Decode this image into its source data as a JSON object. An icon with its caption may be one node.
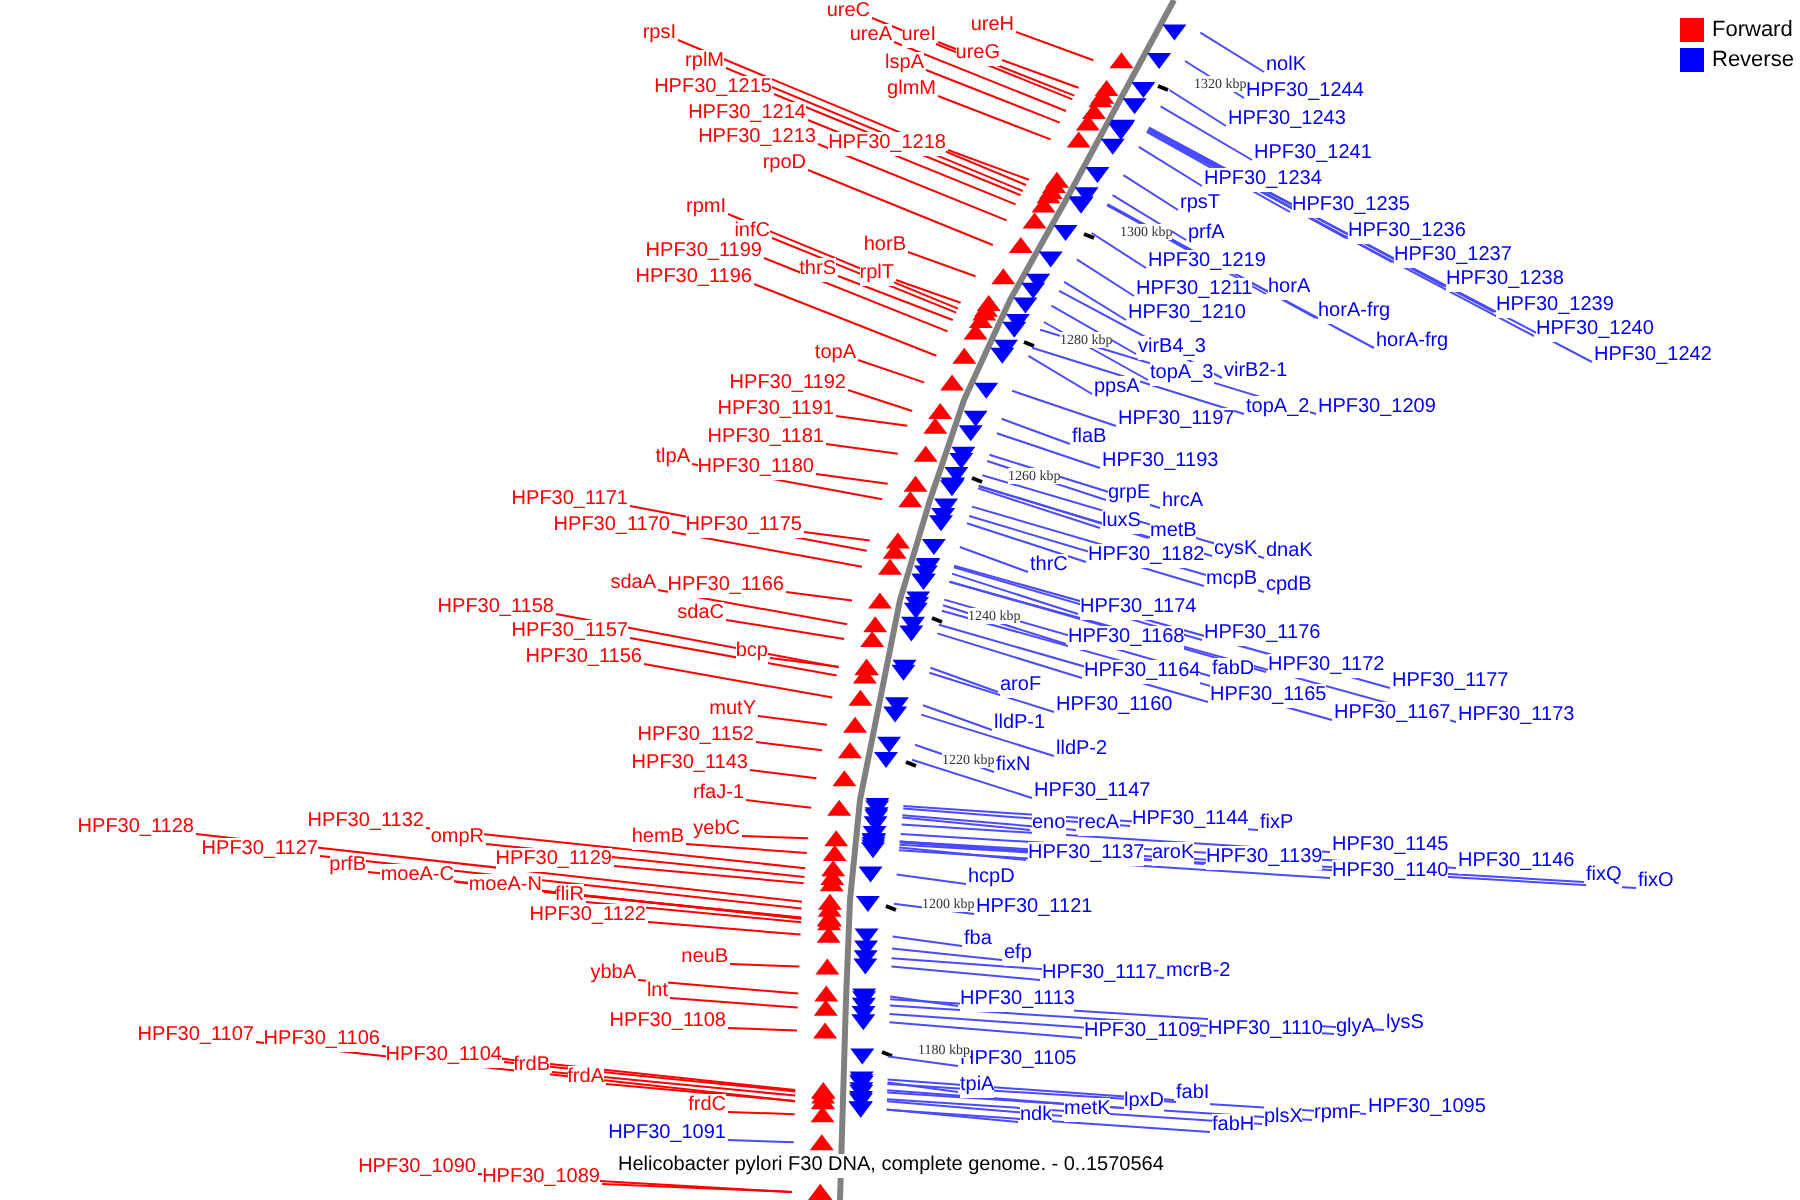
{
  "diagram": {
    "caption": "Helicobacter pylori F30 DNA, complete genome. - 0..1570564",
    "nodes": [
      {
        "text": [
          "ureC"
        ]
      },
      {
        "text": [
          "ureA"
        ]
      },
      {
        "text": [
          "ureI"
        ]
      },
      {
        "text": [
          "ureH"
        ]
      },
      {
        "text": [
          "ureG"
        ]
      },
      {
        "text": [
          "lspA"
        ]
      },
      {
        "text": [
          "glmM"
        ]
      },
      {
        "text": [
          "rpsI"
        ]
      },
      {
        "text": [
          "rplM"
        ]
      },
      {
        "text": [
          "HPF30_1215"
        ]
      },
      {
        "text": [
          "HPF30_1214"
        ]
      },
      {
        "text": [
          "HPF30_1213"
        ]
      },
      {
        "text": [
          "HPF30_1218"
        ]
      },
      {
        "text": [
          "rpoD"
        ]
      },
      {
        "text": [
          "rpmI"
        ]
      },
      {
        "text": [
          "infC"
        ]
      },
      {
        "text": [
          "horB"
        ]
      },
      {
        "text": [
          "HPF30_1199"
        ]
      },
      {
        "text": [
          "thrS"
        ]
      },
      {
        "text": [
          "rplT"
        ]
      },
      {
        "text": [
          "HPF30_1196"
        ]
      },
      {
        "text": [
          "topA"
        ]
      },
      {
        "text": [
          "HPF30_1192"
        ]
      },
      {
        "text": [
          "HPF30_1191"
        ]
      },
      {
        "text": [
          "HPF30_1181"
        ]
      },
      {
        "text": [
          "tlpA"
        ]
      },
      {
        "text": [
          "HPF30_1180"
        ]
      },
      {
        "text": [
          "HPF30_1171"
        ]
      },
      {
        "text": [
          "HPF30_1170"
        ]
      },
      {
        "text": [
          "HPF30_1175"
        ]
      },
      {
        "text": [
          "sdaA"
        ]
      },
      {
        "text": [
          "HPF30_1166"
        ]
      },
      {
        "text": [
          "HPF30_1158"
        ]
      },
      {
        "text": [
          "sdaC"
        ]
      },
      {
        "text": [
          "HPF30_1157"
        ]
      },
      {
        "text": [
          "bcp"
        ]
      },
      {
        "text": [
          "HPF30_1156"
        ]
      },
      {
        "text": [
          "mutY"
        ]
      },
      {
        "text": [
          "HPF30_1152"
        ]
      },
      {
        "text": [
          "HPF30_1143"
        ]
      },
      {
        "text": [
          "rfaJ-1"
        ]
      },
      {
        "text": [
          "HPF30_1128"
        ]
      },
      {
        "text": [
          "HPF30_1132"
        ]
      },
      {
        "text": [
          "ompR"
        ]
      },
      {
        "text": [
          "hemB"
        ]
      },
      {
        "text": [
          "yebC"
        ]
      },
      {
        "text": [
          "HPF30_1127"
        ]
      },
      {
        "text": [
          "prfB"
        ]
      },
      {
        "text": [
          "HPF30_1129"
        ]
      },
      {
        "text": [
          "moeA-C"
        ]
      },
      {
        "text": [
          "moeA-N"
        ]
      },
      {
        "text": [
          "fliR"
        ]
      },
      {
        "text": [
          "HPF30_1122"
        ]
      },
      {
        "text": [
          "neuB"
        ]
      },
      {
        "text": [
          "ybbA"
        ]
      },
      {
        "text": [
          "lnt"
        ]
      },
      {
        "text": [
          "HPF30_1108"
        ]
      },
      {
        "text": [
          "HPF30_1107"
        ]
      },
      {
        "text": [
          "HPF30_1106"
        ]
      },
      {
        "text": [
          "HPF30_1104"
        ]
      },
      {
        "text": [
          "frdB"
        ]
      },
      {
        "text": [
          "frdA"
        ]
      },
      {
        "text": [
          "frdC"
        ]
      },
      {
        "text": [
          "HPF30_1091"
        ]
      },
      {
        "text": [
          "HPF30_1090"
        ]
      },
      {
        "text": [
          "HPF30_1089"
        ]
      },
      {
        "text": [
          "nolK"
        ]
      },
      {
        "text": [
          "HPF30_1244"
        ]
      },
      {
        "text": [
          "HPF30_1243"
        ]
      },
      {
        "text": [
          "HPF30_1241"
        ]
      },
      {
        "text": [
          "HPF30_1234"
        ]
      },
      {
        "text": [
          "rpsT"
        ]
      },
      {
        "text": [
          "HPF30_1235"
        ]
      },
      {
        "text": [
          "HPF30_1236"
        ]
      },
      {
        "text": [
          "prfA"
        ]
      },
      {
        "text": [
          "HPF30_1237"
        ]
      },
      {
        "text": [
          "HPF30_1219"
        ]
      },
      {
        "text": [
          "HPF30_1238"
        ]
      },
      {
        "text": [
          "HPF30_1211"
        ]
      },
      {
        "text": [
          "horA"
        ]
      },
      {
        "text": [
          "HPF30_1239"
        ]
      },
      {
        "text": [
          "HPF30_1210"
        ]
      },
      {
        "text": [
          "horA-frg"
        ]
      },
      {
        "text": [
          "HPF30_1240"
        ]
      },
      {
        "text": [
          "horA-frg"
        ]
      },
      {
        "text": [
          "virB4_3"
        ]
      },
      {
        "text": [
          "HPF30_1242"
        ]
      },
      {
        "text": [
          "virB2-1"
        ]
      },
      {
        "text": [
          "topA_3"
        ]
      },
      {
        "text": [
          "ppsA"
        ]
      },
      {
        "text": [
          "topA_2"
        ]
      },
      {
        "text": [
          "HPF30_1209"
        ]
      },
      {
        "text": [
          "HPF30_1197"
        ]
      },
      {
        "text": [
          "flaB"
        ]
      },
      {
        "text": [
          "HPF30_1193"
        ]
      },
      {
        "text": [
          "grpE"
        ]
      },
      {
        "text": [
          "hrcA"
        ]
      },
      {
        "text": [
          "luxS"
        ]
      },
      {
        "text": [
          "metB"
        ]
      },
      {
        "text": [
          "cysK"
        ]
      },
      {
        "text": [
          "dnaK"
        ]
      },
      {
        "text": [
          "HPF30_1182"
        ]
      },
      {
        "text": [
          "thrC"
        ]
      },
      {
        "text": [
          "mcpB"
        ]
      },
      {
        "text": [
          "cpdB"
        ]
      },
      {
        "text": [
          "HPF30_1174"
        ]
      },
      {
        "text": [
          "HPF30_1176"
        ]
      },
      {
        "text": [
          "HPF30_1168"
        ]
      },
      {
        "text": [
          "fabD"
        ]
      },
      {
        "text": [
          "HPF30_1164"
        ]
      },
      {
        "text": [
          "HPF30_1172"
        ]
      },
      {
        "text": [
          "HPF30_1177"
        ]
      },
      {
        "text": [
          "aroF"
        ]
      },
      {
        "text": [
          "HPF30_1165"
        ]
      },
      {
        "text": [
          "HPF30_1160"
        ]
      },
      {
        "text": [
          "HPF30_1167"
        ]
      },
      {
        "text": [
          "HPF30_1173"
        ]
      },
      {
        "text": [
          "lldP-1"
        ]
      },
      {
        "text": [
          "lldP-2"
        ]
      },
      {
        "text": [
          "fixN"
        ]
      },
      {
        "text": [
          "HPF30_1147"
        ]
      },
      {
        "text": [
          "HPF30_1144"
        ]
      },
      {
        "text": [
          "eno"
        ]
      },
      {
        "text": [
          "recA"
        ]
      },
      {
        "text": [
          "fixP"
        ]
      },
      {
        "text": [
          "HPF30_1145"
        ]
      },
      {
        "text": [
          "HPF30_1137"
        ]
      },
      {
        "text": [
          "aroK"
        ]
      },
      {
        "text": [
          "HPF30_1139"
        ]
      },
      {
        "text": [
          "HPF30_1146"
        ]
      },
      {
        "text": [
          "HPF30_1140"
        ]
      },
      {
        "text": [
          "fixQ"
        ]
      },
      {
        "text": [
          "hcpD"
        ]
      },
      {
        "text": [
          "fixO"
        ]
      },
      {
        "text": [
          "HPF30_1121"
        ]
      },
      {
        "text": [
          "fba"
        ]
      },
      {
        "text": [
          "efp"
        ]
      },
      {
        "text": [
          "mcrB-2"
        ]
      },
      {
        "text": [
          "HPF30_1117"
        ]
      },
      {
        "text": [
          "HPF30_1113"
        ]
      },
      {
        "text": [
          "lysS"
        ]
      },
      {
        "text": [
          "glyA"
        ]
      },
      {
        "text": [
          "HPF30_1110"
        ]
      },
      {
        "text": [
          "HPF30_1109"
        ]
      },
      {
        "text": [
          "HPF30_1105"
        ]
      },
      {
        "text": [
          "tpiA"
        ]
      },
      {
        "text": [
          "fabI"
        ]
      },
      {
        "text": [
          "lpxD"
        ]
      },
      {
        "text": [
          "HPF30_1095"
        ]
      },
      {
        "text": [
          "metK"
        ]
      },
      {
        "text": [
          "rpmF"
        ]
      },
      {
        "text": [
          "ndk"
        ]
      },
      {
        "text": [
          "plsX"
        ]
      },
      {
        "text": [
          "fabH"
        ]
      }
    ],
    "edges": [
      {
        "from": 0,
        "to": null,
        "arrow": "none",
        "color": "#ff0000"
      },
      {
        "from": 1,
        "to": null,
        "arrow": "none",
        "color": "#ff0000"
      },
      {
        "from": 2,
        "to": null,
        "arrow": "none",
        "color": "#ff0000"
      },
      {
        "from": 3,
        "to": null,
        "arrow": "none",
        "color": "#ff0000"
      },
      {
        "from": 4,
        "to": null,
        "arrow": "none",
        "color": "#ff0000"
      },
      {
        "from": 5,
        "to": null,
        "arrow": "none",
        "color": "#ff0000"
      },
      {
        "from": 6,
        "to": null,
        "arrow": "none",
        "color": "#ff0000"
      },
      {
        "from": 7,
        "to": null,
        "arrow": "none",
        "color": "#ff0000"
      },
      {
        "from": 8,
        "to": null,
        "arrow": "none",
        "color": "#ff0000"
      },
      {
        "from": 9,
        "to": null,
        "arrow": "none",
        "color": "#ff0000"
      },
      {
        "from": 10,
        "to": null,
        "arrow": "none",
        "color": "#ff0000"
      },
      {
        "from": 11,
        "to": null,
        "arrow": "none",
        "color": "#ff0000"
      },
      {
        "from": 12,
        "to": null,
        "arrow": "none",
        "color": "#ff0000"
      },
      {
        "from": 13,
        "to": null,
        "arrow": "none",
        "color": "#ff0000"
      },
      {
        "from": 14,
        "to": null,
        "arrow": "none",
        "color": "#ff0000"
      },
      {
        "from": 15,
        "to": null,
        "arrow": "none",
        "color": "#ff0000"
      },
      {
        "from": 16,
        "to": null,
        "arrow": "none",
        "color": "#ff0000"
      },
      {
        "from": 17,
        "to": null,
        "arrow": "none",
        "color": "#ff0000"
      },
      {
        "from": 18,
        "to": null,
        "arrow": "none",
        "color": "#ff0000"
      },
      {
        "from": 19,
        "to": null,
        "arrow": "none",
        "color": "#ff0000"
      },
      {
        "from": 20,
        "to": null,
        "arrow": "none",
        "color": "#ff0000"
      },
      {
        "from": 21,
        "to": null,
        "arrow": "none",
        "color": "#ff0000"
      },
      {
        "from": 22,
        "to": null,
        "arrow": "none",
        "color": "#ff0000"
      },
      {
        "from": 23,
        "to": null,
        "arrow": "none",
        "color": "#ff0000"
      },
      {
        "from": 24,
        "to": null,
        "arrow": "none",
        "color": "#ff0000"
      },
      {
        "from": 25,
        "to": null,
        "arrow": "none",
        "color": "#ff0000"
      },
      {
        "from": 26,
        "to": null,
        "arrow": "none",
        "color": "#ff0000"
      },
      {
        "from": 27,
        "to": null,
        "arrow": "none",
        "color": "#ff0000"
      },
      {
        "from": 28,
        "to": null,
        "arrow": "none",
        "color": "#ff0000"
      },
      {
        "from": 29,
        "to": null,
        "arrow": "none",
        "color": "#ff0000"
      },
      {
        "from": 30,
        "to": null,
        "arrow": "none",
        "color": "#ff0000"
      },
      {
        "from": 31,
        "to": null,
        "arrow": "none",
        "color": "#ff0000"
      },
      {
        "from": 32,
        "to": null,
        "arrow": "none",
        "color": "#ff0000"
      },
      {
        "from": 33,
        "to": null,
        "arrow": "none",
        "color": "#ff0000"
      },
      {
        "from": 34,
        "to": null,
        "arrow": "none",
        "color": "#ff0000"
      },
      {
        "from": 35,
        "to": null,
        "arrow": "none",
        "color": "#ff0000"
      },
      {
        "from": 36,
        "to": null,
        "arrow": "none",
        "color": "#ff0000"
      },
      {
        "from": 37,
        "to": null,
        "arrow": "none",
        "color": "#ff0000"
      },
      {
        "from": 38,
        "to": null,
        "arrow": "none",
        "color": "#ff0000"
      },
      {
        "from": 39,
        "to": null,
        "arrow": "none",
        "color": "#ff0000"
      },
      {
        "from": 40,
        "to": null,
        "arrow": "none",
        "color": "#ff0000"
      },
      {
        "from": 41,
        "to": null,
        "arrow": "none",
        "color": "#ff0000"
      },
      {
        "from": 42,
        "to": null,
        "arrow": "none",
        "color": "#ff0000"
      },
      {
        "from": 43,
        "to": null,
        "arrow": "none",
        "color": "#ff0000"
      },
      {
        "from": 44,
        "to": null,
        "arrow": "none",
        "color": "#ff0000"
      },
      {
        "from": 45,
        "to": null,
        "arrow": "none",
        "color": "#ff0000"
      },
      {
        "from": 46,
        "to": null,
        "arrow": "none",
        "color": "#ff0000"
      },
      {
        "from": 47,
        "to": null,
        "arrow": "none",
        "color": "#ff0000"
      },
      {
        "from": 48,
        "to": null,
        "arrow": "none",
        "color": "#ff0000"
      },
      {
        "from": 49,
        "to": null,
        "arrow": "none",
        "color": "#ff0000"
      },
      {
        "from": 50,
        "to": null,
        "arrow": "none",
        "color": "#ff0000"
      },
      {
        "from": 51,
        "to": null,
        "arrow": "none",
        "color": "#ff0000"
      },
      {
        "from": 52,
        "to": null,
        "arrow": "none",
        "color": "#ff0000"
      },
      {
        "from": 53,
        "to": null,
        "arrow": "none",
        "color": "#ff0000"
      },
      {
        "from": 54,
        "to": null,
        "arrow": "none",
        "color": "#ff0000"
      },
      {
        "from": 55,
        "to": null,
        "arrow": "none",
        "color": "#ff0000"
      },
      {
        "from": 56,
        "to": null,
        "arrow": "none",
        "color": "#ff0000"
      },
      {
        "from": 57,
        "to": null,
        "arrow": "none",
        "color": "#ff0000"
      },
      {
        "from": 58,
        "to": null,
        "arrow": "none",
        "color": "#ff0000"
      },
      {
        "from": 59,
        "to": null,
        "arrow": "none",
        "color": "#ff0000"
      },
      {
        "from": 60,
        "to": null,
        "arrow": "none",
        "color": "#ff0000"
      },
      {
        "from": 61,
        "to": null,
        "arrow": "none",
        "color": "#ff0000"
      },
      {
        "from": 62,
        "to": null,
        "arrow": "none",
        "color": "#ff0000"
      },
      {
        "from": 63,
        "to": null,
        "arrow": "none"
      },
      {
        "from": 64,
        "to": null,
        "arrow": "none",
        "color": "#ff0000"
      },
      {
        "from": 65,
        "to": null,
        "arrow": "none",
        "color": "#ff0000"
      },
      {
        "from": 66,
        "to": null,
        "arrow": "none"
      },
      {
        "from": 67,
        "to": null,
        "arrow": "none"
      },
      {
        "from": 68,
        "to": null,
        "arrow": "none"
      },
      {
        "from": 69,
        "to": null,
        "arrow": "none"
      },
      {
        "from": 70,
        "to": null,
        "arrow": "none"
      },
      {
        "from": 71,
        "to": null,
        "arrow": "none"
      },
      {
        "from": 72,
        "to": null,
        "arrow": "none"
      },
      {
        "from": 73,
        "to": null,
        "arrow": "none"
      },
      {
        "from": 74,
        "to": null,
        "arrow": "none"
      },
      {
        "from": 75,
        "to": null,
        "arrow": "none"
      },
      {
        "from": 76,
        "to": null,
        "arrow": "none"
      },
      {
        "from": 77,
        "to": null,
        "arrow": "none"
      },
      {
        "from": 78,
        "to": null,
        "arrow": "none"
      },
      {
        "from": 79,
        "to": null,
        "arrow": "none"
      },
      {
        "from": 80,
        "to": null,
        "arrow": "none"
      },
      {
        "from": 81,
        "to": null,
        "arrow": "none"
      },
      {
        "from": 82,
        "to": null,
        "arrow": "none"
      },
      {
        "from": 83,
        "to": null,
        "arrow": "none"
      },
      {
        "from": 84,
        "to": null,
        "arrow": "none"
      },
      {
        "from": 85,
        "to": null,
        "arrow": "none"
      },
      {
        "from": 86,
        "to": null,
        "arrow": "none"
      },
      {
        "from": 87,
        "to": null,
        "arrow": "none"
      },
      {
        "from": 88,
        "to": null,
        "arrow": "none"
      },
      {
        "from": 89,
        "to": null,
        "arrow": "none"
      },
      {
        "from": 90,
        "to": null,
        "arrow": "none"
      },
      {
        "from": 91,
        "to": null,
        "arrow": "none"
      },
      {
        "from": 92,
        "to": null,
        "arrow": "none"
      },
      {
        "from": 93,
        "to": null,
        "arrow": "none"
      },
      {
        "from": 94,
        "to": null,
        "arrow": "none"
      },
      {
        "from": 95,
        "to": null,
        "arrow": "none"
      },
      {
        "from": 96,
        "to": null,
        "arrow": "none"
      },
      {
        "from": 97,
        "to": null,
        "arrow": "none"
      },
      {
        "from": 98,
        "to": null,
        "arrow": "none"
      },
      {
        "from": 99,
        "to": null,
        "arrow": "none"
      },
      {
        "from": 100,
        "to": null,
        "arrow": "none"
      },
      {
        "from": 101,
        "to": null,
        "arrow": "none"
      },
      {
        "from": 102,
        "to": null,
        "arrow": "none"
      },
      {
        "from": 103,
        "to": null,
        "arrow": "none"
      },
      {
        "from": 104,
        "to": null,
        "arrow": "none"
      },
      {
        "from": 105,
        "to": null,
        "arrow": "none"
      },
      {
        "from": 106,
        "to": null,
        "arrow": "none"
      },
      {
        "from": 107,
        "to": null,
        "arrow": "none"
      },
      {
        "from": 108,
        "to": null,
        "arrow": "none"
      },
      {
        "from": 109,
        "to": null,
        "arrow": "none"
      },
      {
        "from": 110,
        "to": null,
        "arrow": "none"
      },
      {
        "from": 111,
        "to": null,
        "arrow": "none"
      },
      {
        "from": 112,
        "to": null,
        "arrow": "none"
      },
      {
        "from": 113,
        "to": null,
        "arrow": "none"
      },
      {
        "from": 114,
        "to": null,
        "arrow": "none"
      },
      {
        "from": 115,
        "to": null,
        "arrow": "none"
      },
      {
        "from": 116,
        "to": null,
        "arrow": "none"
      },
      {
        "from": 117,
        "to": null,
        "arrow": "none"
      },
      {
        "from": 118,
        "to": null,
        "arrow": "none"
      },
      {
        "from": 119,
        "to": null,
        "arrow": "none"
      },
      {
        "from": 120,
        "to": null,
        "arrow": "none"
      },
      {
        "from": 121,
        "to": null,
        "arrow": "none"
      },
      {
        "from": 122,
        "to": null,
        "arrow": "none"
      },
      {
        "from": 123,
        "to": null,
        "arrow": "none"
      },
      {
        "from": 124,
        "to": null,
        "arrow": "none"
      },
      {
        "from": 125,
        "to": null,
        "arrow": "none"
      },
      {
        "from": 126,
        "to": null,
        "arrow": "none"
      },
      {
        "from": 127,
        "to": null,
        "arrow": "none"
      },
      {
        "from": 128,
        "to": null,
        "arrow": "none"
      },
      {
        "from": 129,
        "to": null,
        "arrow": "none"
      },
      {
        "from": 130,
        "to": null,
        "arrow": "none"
      },
      {
        "from": 131,
        "to": null,
        "arrow": "none"
      },
      {
        "from": 132,
        "to": null,
        "arrow": "none"
      },
      {
        "from": 133,
        "to": null,
        "arrow": "none"
      },
      {
        "from": 134,
        "to": null,
        "arrow": "none"
      },
      {
        "from": 135,
        "to": null,
        "arrow": "none"
      },
      {
        "from": 136,
        "to": null,
        "arrow": "none"
      },
      {
        "from": 137,
        "to": null,
        "arrow": "none"
      },
      {
        "from": 138,
        "to": null,
        "arrow": "none"
      },
      {
        "from": 139,
        "to": null,
        "arrow": "none"
      },
      {
        "from": 140,
        "to": null,
        "arrow": "none"
      },
      {
        "from": 141,
        "to": null,
        "arrow": "none"
      },
      {
        "from": 142,
        "to": null,
        "arrow": "none"
      },
      {
        "from": 143,
        "to": null,
        "arrow": "none"
      },
      {
        "from": 144,
        "to": null,
        "arrow": "none"
      },
      {
        "from": 145,
        "to": null,
        "arrow": "none"
      },
      {
        "from": 146,
        "to": null,
        "arrow": "none"
      },
      {
        "from": 147,
        "to": null,
        "arrow": "none"
      },
      {
        "from": 148,
        "to": null,
        "arrow": "none"
      },
      {
        "from": 149,
        "to": null,
        "arrow": "none"
      },
      {
        "from": 150,
        "to": null,
        "arrow": "none"
      },
      {
        "from": 151,
        "to": null,
        "arrow": "none"
      },
      {
        "from": 152,
        "to": null,
        "arrow": "none"
      },
      {
        "from": 153,
        "to": null,
        "arrow": "none"
      }
    ],
    "labels": [
      "1320 kbp",
      "1300 kbp",
      "1280 kbp",
      "1260 kbp",
      "1240 kbp",
      "1220 kbp",
      "1200 kbp",
      "1180 kbp"
    ],
    "legend": [
      {
        "text": "Forward",
        "color": "#ff0000"
      },
      {
        "text": "Reverse",
        "color": "#0000ff"
      }
    ]
  }
}
